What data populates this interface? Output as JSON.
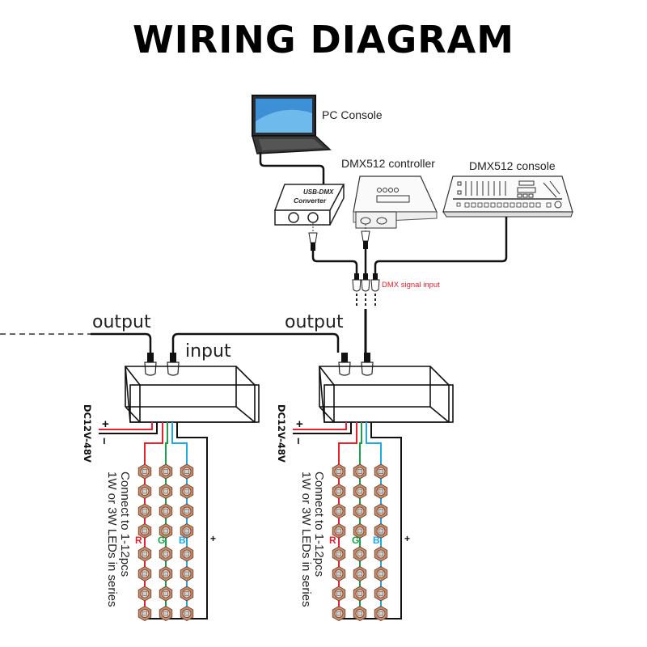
{
  "title": "WIRING DIAGRAM",
  "devices": {
    "pc_console": "PC Console",
    "usb_dmx_line1": "USB-DMX",
    "usb_dmx_line2": "Converter",
    "dmx_controller": "DMX512 controller",
    "dmx_console": "DMX512 console"
  },
  "signal_label": "DMX signal input",
  "decoders": [
    {
      "output_label": "output",
      "input_label": "input",
      "power_label": "DC12V-48V",
      "plus": "+",
      "minus": "−",
      "led_note_line1": "Connect to 1-12pcs",
      "led_note_line2": "1W or 3W LEDs in series",
      "channels": [
        "R",
        "G",
        "B"
      ],
      "common_label": "+"
    },
    {
      "output_label": "output",
      "input_label": "",
      "power_label": "DC12V-48V",
      "plus": "+",
      "minus": "−",
      "led_note_line1": "Connect to 1-12pcs",
      "led_note_line2": "1W or 3W LEDs in series",
      "channels": [
        "R",
        "G",
        "B"
      ],
      "common_label": "+"
    }
  ],
  "led_rows_per_channel": 8,
  "colors": {
    "red": "#e8202a",
    "green": "#1aa04a",
    "blue": "#1ea8e8",
    "signal": "#e8202a",
    "led": "#c98a6a"
  }
}
